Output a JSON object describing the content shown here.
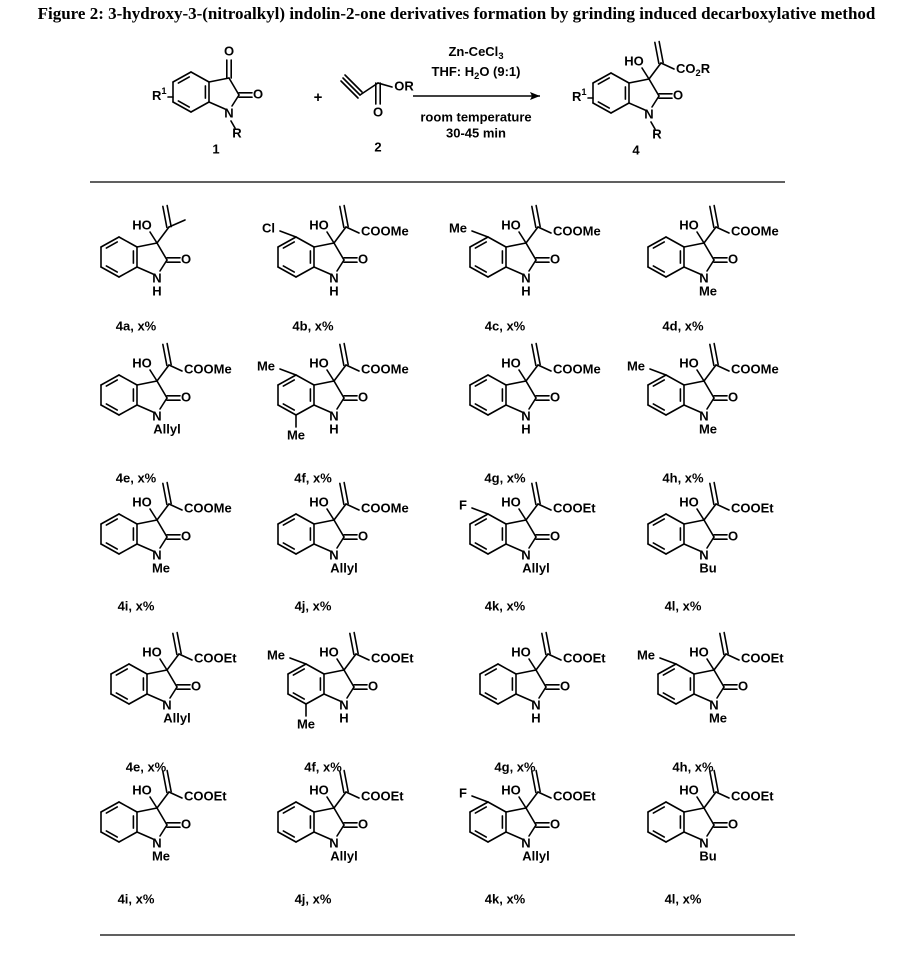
{
  "caption": "Figure 2: 3-hydroxy-3-(nitroalkyl) indolin-2-one derivatives formation by grinding induced decarboxylative method",
  "reaction": {
    "reagent_line1": "Zn-CeCl",
    "reagent_line1_sub": "3",
    "solvent_pre": "THF: H",
    "solvent_sub": "2",
    "solvent_post": "O (9:1)",
    "condition_line1": "room temperature",
    "condition_line2": "30-45 min",
    "plus": "+",
    "compound1_label": "1",
    "compound2_label": "2",
    "compound4_label": "4",
    "r1": "R",
    "r1_sup": "1",
    "r": "R",
    "or_group": "OR",
    "co2r_pre": "CO",
    "co2r_sub": "2",
    "co2r_post": "R",
    "oxygen": "O",
    "nitrogen": "N",
    "hydroxy": "HO"
  },
  "products": [
    {
      "label": "4a, x%",
      "ester": "",
      "n_sub": "H",
      "sub5": "",
      "sub7": ""
    },
    {
      "label": "4b, x%",
      "ester": "COOMe",
      "n_sub": "H",
      "sub5": "Cl",
      "sub7": ""
    },
    {
      "label": "4c, x%",
      "ester": "COOMe",
      "n_sub": "H",
      "sub5": "Me",
      "sub7": ""
    },
    {
      "label": "4d, x%",
      "ester": "COOMe",
      "n_sub": "Me",
      "sub5": "",
      "sub7": ""
    },
    {
      "label": "4e, x%",
      "ester": "COOMe",
      "n_sub": "Allyl",
      "sub5": "",
      "sub7": ""
    },
    {
      "label": "4f, x%",
      "ester": "COOMe",
      "n_sub": "H",
      "sub5": "Me",
      "sub7": "Me"
    },
    {
      "label": "4g, x%",
      "ester": "COOMe",
      "n_sub": "H",
      "sub5": "",
      "sub7": ""
    },
    {
      "label": "4h, x%",
      "ester": "COOMe",
      "n_sub": "Me",
      "sub5": "Me",
      "sub7": ""
    },
    {
      "label": "4i, x%",
      "ester": "COOMe",
      "n_sub": "Me",
      "sub5": "",
      "sub7": ""
    },
    {
      "label": "4j, x%",
      "ester": "COOMe",
      "n_sub": "Allyl",
      "sub5": "",
      "sub7": ""
    },
    {
      "label": "4k, x%",
      "ester": "COOEt",
      "n_sub": "Allyl",
      "sub5": "F",
      "sub7": ""
    },
    {
      "label": "4l, x%",
      "ester": "COOEt",
      "n_sub": "Bu",
      "sub5": "",
      "sub7": ""
    },
    {
      "label": "4e, x%",
      "ester": "COOEt",
      "n_sub": "Allyl",
      "sub5": "",
      "sub7": ""
    },
    {
      "label": "4f, x%",
      "ester": "COOEt",
      "n_sub": "H",
      "sub5": "Me",
      "sub7": "Me"
    },
    {
      "label": "4g, x%",
      "ester": "COOEt",
      "n_sub": "H",
      "sub5": "",
      "sub7": ""
    },
    {
      "label": "4h, x%",
      "ester": "COOEt",
      "n_sub": "Me",
      "sub5": "Me",
      "sub7": ""
    },
    {
      "label": "4i, x%",
      "ester": "COOEt",
      "n_sub": "Me",
      "sub5": "",
      "sub7": ""
    },
    {
      "label": "4j, x%",
      "ester": "COOEt",
      "n_sub": "Allyl",
      "sub5": "",
      "sub7": ""
    },
    {
      "label": "4k, x%",
      "ester": "COOEt",
      "n_sub": "Allyl",
      "sub5": "F",
      "sub7": ""
    },
    {
      "label": "4l, x%",
      "ester": "COOEt",
      "n_sub": "Bu",
      "sub5": "",
      "sub7": ""
    }
  ]
}
